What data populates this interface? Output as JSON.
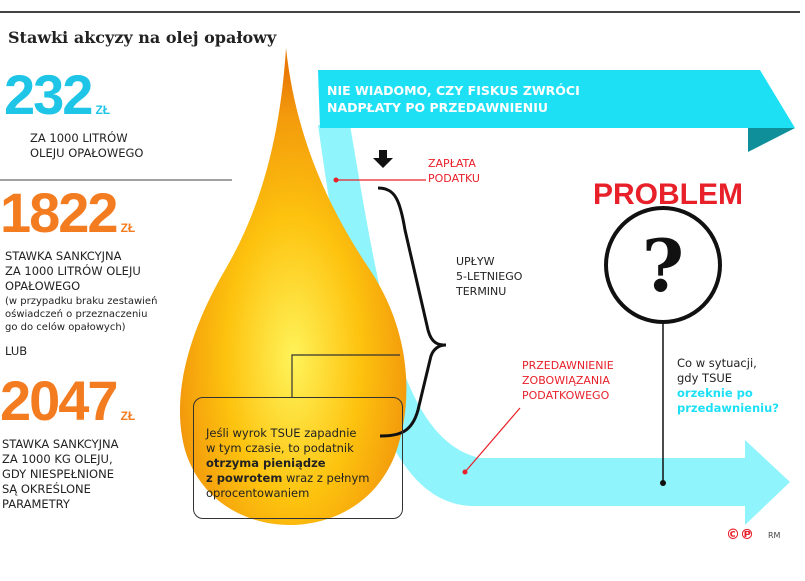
{
  "title": "Stawki akcyzy na olej opałowy",
  "rates": [
    {
      "value": "232",
      "unit": "ZŁ",
      "lines": [
        "ZA 1000 LITRÓW",
        "OLEJU OPAŁOWEGO"
      ],
      "color": "#1ec5e6"
    },
    {
      "value": "1822",
      "unit": "ZŁ",
      "lines": [
        "STAWKA SANKCYJNA",
        "ZA 1000 LITRÓW OLEJU",
        "OPAŁOWEGO"
      ],
      "note": [
        "(w przypadku braku zestawień",
        "oświadczeń o przeznaczeniu",
        "go do celów opałowych)"
      ],
      "color": "#f47c20"
    },
    {
      "value": "2047",
      "unit": "ZŁ",
      "lines": [
        "STAWKA SANKCYJNA",
        "ZA 1000 KG OLEJU,",
        "GDY NIESPEŁNIONE",
        "SĄ OKREŚLONE",
        "PARAMETRY"
      ],
      "color": "#f47c20"
    }
  ],
  "or_label": "LUB",
  "ribbon": [
    "NIE WIADOMO, CZY FISKUS ZWRÓCI",
    "NADPŁATY PO PRZEDAWNIENIU"
  ],
  "payment": [
    "ZAPŁATA",
    "PODATKU"
  ],
  "term": [
    "UPŁYW",
    "5-LETNIEGO",
    "TERMINU"
  ],
  "expiry": [
    "PRZEDAWNIENIE",
    "ZOBOWIĄZANIA",
    "PODATKOWEGO"
  ],
  "problem": "PROBLEM",
  "question_mark": "?",
  "question": {
    "plain": [
      "Co w sytuacji,",
      "gdy TSUE"
    ],
    "highlight": [
      "orzeknie po",
      "przedawnieniu?"
    ]
  },
  "box": {
    "l1": "Jeśli wyrok TSUE zapadnie",
    "l2": "w tym czasie, to podatnik",
    "bold1": "otrzyma pieniądze",
    "bold2": "z powrotem",
    "l4rest": " wraz z pełnym",
    "l5": "oprocentowaniem"
  },
  "credit": {
    "symbols": "©℗",
    "author": "RM"
  },
  "colors": {
    "cyan": "#1ee0f5",
    "light_cyan": "#8ff4fb",
    "red": "#e8202a",
    "orange": "#f47c20"
  }
}
